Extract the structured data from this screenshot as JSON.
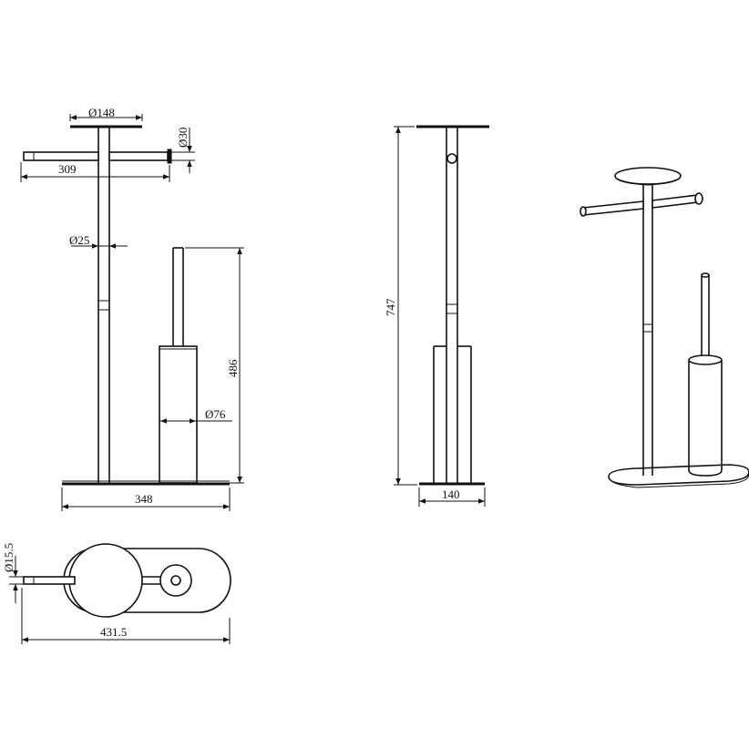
{
  "dimensions": {
    "top_disc_diameter": "148",
    "arm_diameter": "30",
    "arm_span": "309",
    "pole_diameter": "25",
    "holder_height": "486",
    "holder_diameter": "76",
    "base_width": "348",
    "total_height": "747",
    "base_depth": "140",
    "rod_diameter": "15.5",
    "plan_length": "431.5"
  },
  "symbols": {
    "diameter": "Ø"
  },
  "colors": {
    "ink": "#111111",
    "background": "#ffffff"
  }
}
